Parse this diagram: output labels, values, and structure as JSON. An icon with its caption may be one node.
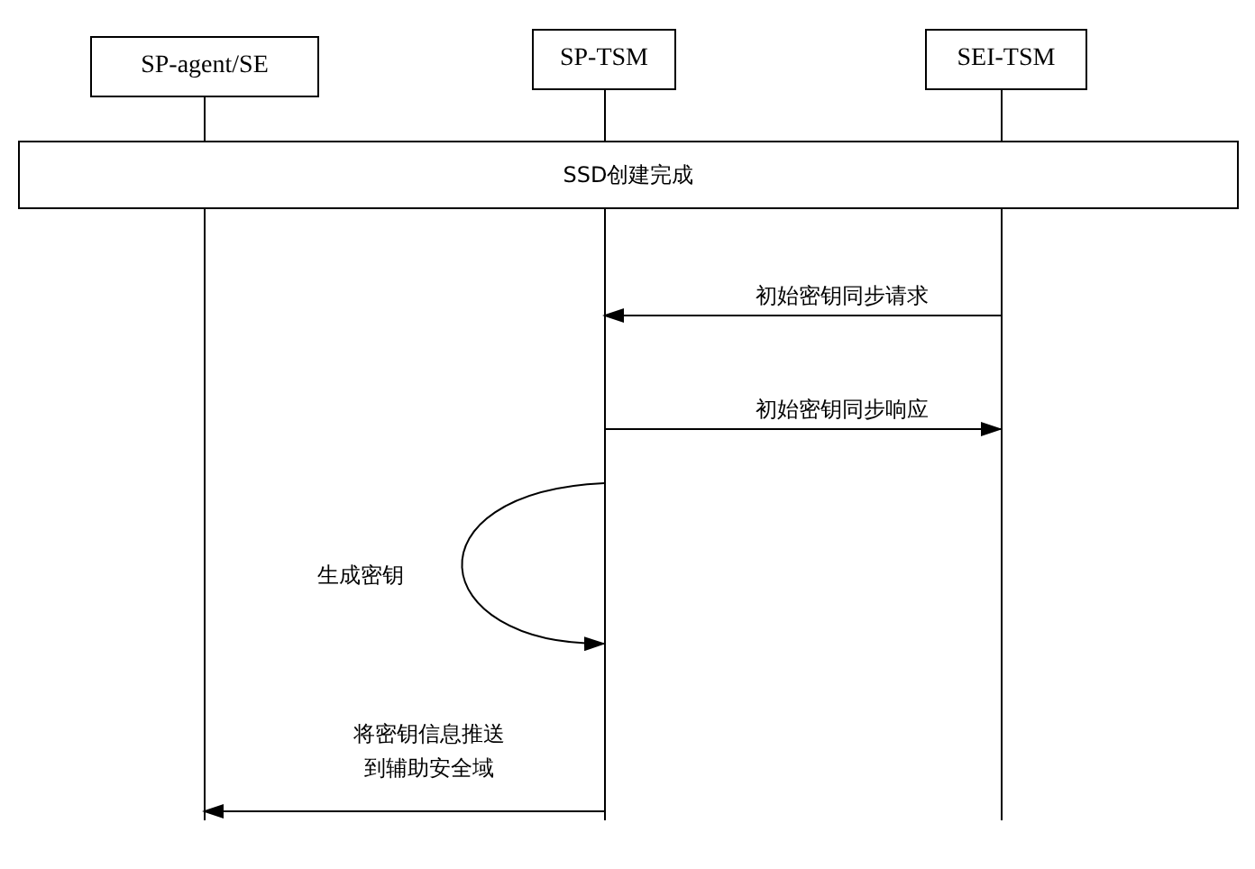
{
  "diagram": {
    "nodes": [
      {
        "text": [
          "SP-agent/SE"
        ]
      },
      {
        "text": [
          "SP-TSM"
        ]
      },
      {
        "text": [
          "SEI-TSM"
        ]
      },
      {
        "text": [
          "SSD创建完成"
        ]
      },
      {
        "text": [],
        "shape": "line"
      },
      {
        "text": [],
        "shape": "line"
      },
      {
        "text": [],
        "shape": "line"
      }
    ],
    "edges": [
      {
        "from": 6,
        "to": 5,
        "arrow": "to",
        "label": "初始密钥同步请求"
      },
      {
        "from": 5,
        "to": 6,
        "arrow": "to",
        "label": "初始密钥同步响应"
      },
      {
        "from": 5,
        "to": 5,
        "arrow": "to",
        "label": "生成密钥"
      },
      {
        "from": 5,
        "to": 4,
        "arrow": "to",
        "label": "将密钥信息推送到辅助安全域"
      }
    ]
  }
}
